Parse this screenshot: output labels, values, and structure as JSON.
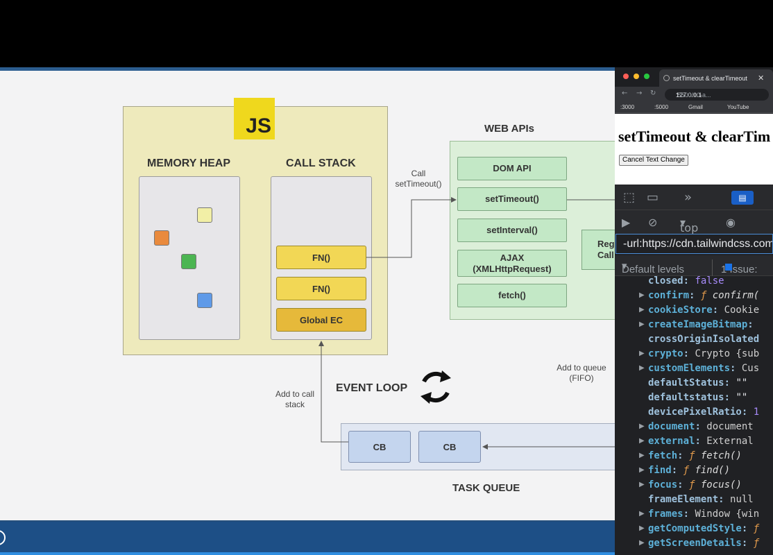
{
  "diagram": {
    "js_logo": "JS",
    "memory_heap_title": "MEMORY HEAP",
    "call_stack_title": "CALL STACK",
    "stack_frames": [
      "FN()",
      "FN()",
      "Global EC"
    ],
    "web_apis_title": "WEB APIs",
    "apis": [
      "DOM API",
      "setTimeout()",
      "setInterval()",
      "AJAX\n(XMLHttpRequest)",
      "fetch()"
    ],
    "registered_callback": "Reg\nCall",
    "call_settimeout_note": "Call\nsetTimeout()",
    "event_loop_title": "EVENT LOOP",
    "add_to_call_stack_note": "Add to call\nstack",
    "add_to_queue_note": "Add to queue\n(FIFO)",
    "task_queue_title": "TASK QUEUE",
    "queue_items": [
      "CB",
      "CB"
    ],
    "heap_colors": [
      "#f2efa6",
      "#e98a3d",
      "#4cb552",
      "#5f9ae8"
    ]
  },
  "browser": {
    "tab_title": "setTimeout & clearTimeout",
    "url_host": "127.0.0.1",
    "url_path": ":5500/10-a...",
    "bookmarks": [
      ":3000",
      ":5000",
      "Gmail",
      "YouTube"
    ],
    "page_heading": "setTimeout & clearTim",
    "cancel_button": "Cancel Text Change",
    "context": "top",
    "filter_text": "-url:https://cdn.tailwindcss.com",
    "levels": "Default levels",
    "issues": "1 Issue:"
  },
  "console_props": [
    {
      "key": "closed",
      "value": "false",
      "type": "bool",
      "expandable": false
    },
    {
      "key": "confirm",
      "value": "confirm(",
      "type": "f",
      "expandable": true
    },
    {
      "key": "cookieStore",
      "value": "Cookie",
      "type": "obj",
      "expandable": true
    },
    {
      "key": "createImageBitmap",
      "value": "",
      "type": "obj",
      "expandable": true
    },
    {
      "key": "crossOriginIsolated",
      "value": "",
      "type": "none",
      "expandable": false
    },
    {
      "key": "crypto",
      "value": "Crypto {sub",
      "type": "obj",
      "expandable": true
    },
    {
      "key": "customElements",
      "value": "Cus",
      "type": "obj",
      "expandable": true
    },
    {
      "key": "defaultStatus",
      "value": "\"\"",
      "type": "str",
      "expandable": false
    },
    {
      "key": "defaultstatus",
      "value": "\"\"",
      "type": "str",
      "expandable": false
    },
    {
      "key": "devicePixelRatio",
      "value": "1",
      "type": "num",
      "expandable": false
    },
    {
      "key": "document",
      "value": "document",
      "type": "obj",
      "expandable": true
    },
    {
      "key": "external",
      "value": "External",
      "type": "obj",
      "expandable": true
    },
    {
      "key": "fetch",
      "value": "fetch()",
      "type": "f",
      "expandable": true
    },
    {
      "key": "find",
      "value": "find()",
      "type": "f",
      "expandable": true
    },
    {
      "key": "focus",
      "value": "focus()",
      "type": "f",
      "expandable": true
    },
    {
      "key": "frameElement",
      "value": "null",
      "type": "obj",
      "expandable": false
    },
    {
      "key": "frames",
      "value": "Window {win",
      "type": "obj",
      "expandable": true
    },
    {
      "key": "getComputedStyle",
      "value": "f",
      "type": "fonly",
      "expandable": true
    },
    {
      "key": "getScreenDetails",
      "value": "f",
      "type": "fonly",
      "expandable": true
    }
  ]
}
